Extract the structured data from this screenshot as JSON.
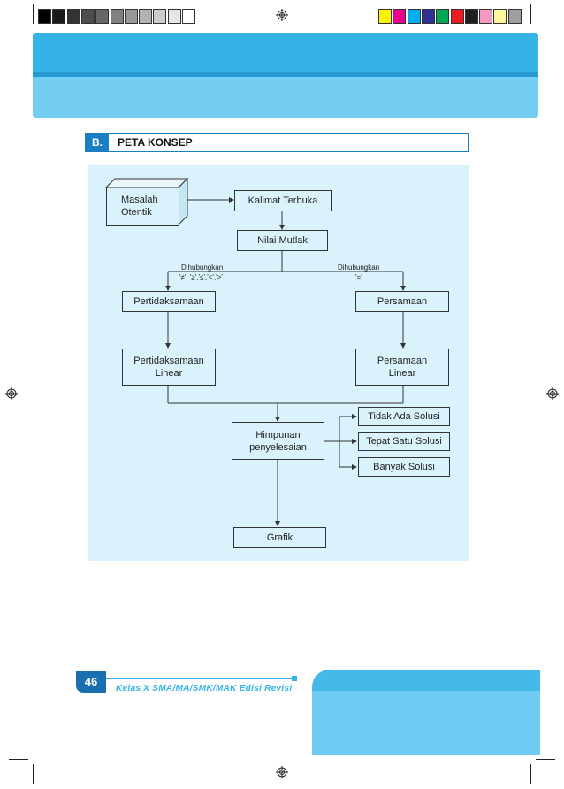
{
  "section": {
    "letter": "B.",
    "title": "PETA KONSEP"
  },
  "concept_map": {
    "masalah_otentik": "Masalah\nOtentik",
    "kalimat_terbuka": "Kalimat Terbuka",
    "nilai_mutlak": "Nilai Mutlak",
    "dihubungkan_left": "Dihubungkan",
    "dihubungkan_left_symbols": "'≠', '≥','≤','<','>'",
    "dihubungkan_right": "Dihubungkan",
    "dihubungkan_right_symbols": "'='",
    "pertidaksamaan": "Pertidaksamaan",
    "persamaan": "Persamaan",
    "pertidaksamaan_linear": "Pertidaksamaan\nLinear",
    "persamaan_linear": "Persamaan\nLinear",
    "himpunan": "Himpunan\npenyelesaian",
    "tidak_ada_solusi": "Tidak Ada Solusi",
    "tepat_satu_solusi": "Tepat Satu Solusi",
    "banyak_solusi": "Banyak Solusi",
    "grafik": "Grafik"
  },
  "footer": {
    "page_number": "46",
    "book_title": "Kelas X SMA/MA/SMK/MAK Edisi Revisi"
  },
  "colors": {
    "accent": "#1a7fc2",
    "band": "#35b3e6",
    "panel": "#daf2fb",
    "swatches_gray": [
      "#000000",
      "#1a1a1a",
      "#333333",
      "#4d4d4d",
      "#666666",
      "#808080",
      "#999999",
      "#b3b3b3",
      "#cccccc",
      "#e6e6e6",
      "#ffffff"
    ],
    "swatches_color": [
      "#fff200",
      "#ec008c",
      "#00aeef",
      "#2e3192",
      "#00a651",
      "#ed1c24",
      "#231f20",
      "#f49ac1",
      "#fff799",
      "#9e9e9e"
    ]
  }
}
